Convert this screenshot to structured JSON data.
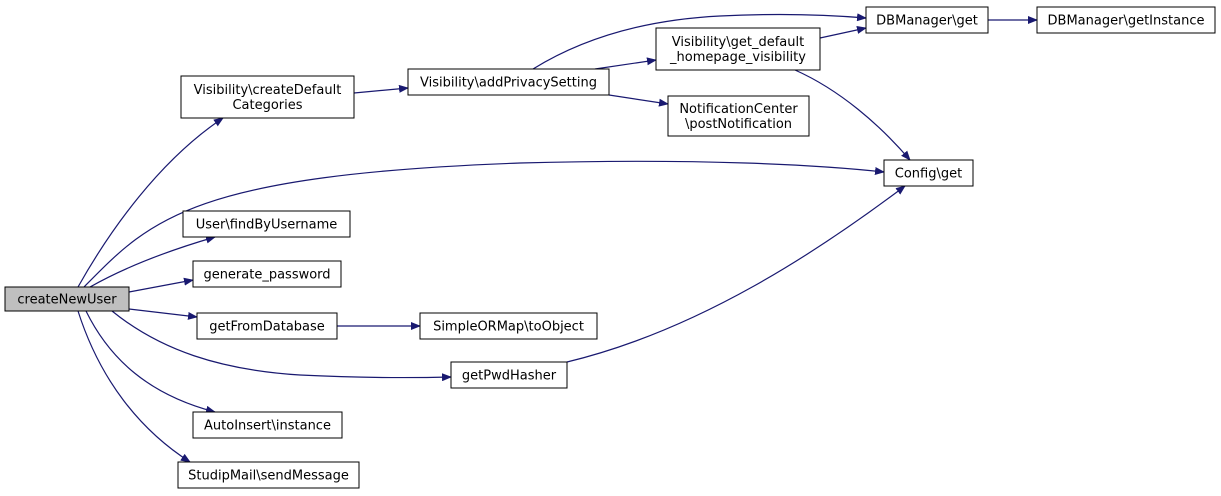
{
  "colors": {
    "edge": "#191970",
    "node_fill": "#ffffff",
    "highlight_fill": "#bfbfbf",
    "border": "#000000"
  },
  "nodes": [
    {
      "id": "createNewUser",
      "lines": [
        "createNewUser"
      ],
      "highlight": true
    },
    {
      "id": "createDefaultCategories",
      "lines": [
        "Visibility\\createDefault",
        "Categories"
      ]
    },
    {
      "id": "addPrivacySetting",
      "lines": [
        "Visibility\\addPrivacySetting"
      ]
    },
    {
      "id": "get_default_homepage_visibility",
      "lines": [
        "Visibility\\get_default",
        "_homepage_visibility"
      ]
    },
    {
      "id": "postNotification",
      "lines": [
        "NotificationCenter",
        "\\postNotification"
      ]
    },
    {
      "id": "dbmanager_get",
      "lines": [
        "DBManager\\get"
      ]
    },
    {
      "id": "dbmanager_getInstance",
      "lines": [
        "DBManager\\getInstance"
      ]
    },
    {
      "id": "config_get",
      "lines": [
        "Config\\get"
      ]
    },
    {
      "id": "findByUsername",
      "lines": [
        "User\\findByUsername"
      ]
    },
    {
      "id": "generate_password",
      "lines": [
        "generate_password"
      ]
    },
    {
      "id": "getFromDatabase",
      "lines": [
        "getFromDatabase"
      ]
    },
    {
      "id": "toObject",
      "lines": [
        "SimpleORMap\\toObject"
      ]
    },
    {
      "id": "getPwdHasher",
      "lines": [
        "getPwdHasher"
      ]
    },
    {
      "id": "autoinsert_instance",
      "lines": [
        "AutoInsert\\instance"
      ]
    },
    {
      "id": "sendMessage",
      "lines": [
        "StudipMail\\sendMessage"
      ]
    }
  ],
  "edges": [
    {
      "from": "createNewUser",
      "to": "createDefaultCategories"
    },
    {
      "from": "createNewUser",
      "to": "config_get"
    },
    {
      "from": "createNewUser",
      "to": "findByUsername"
    },
    {
      "from": "createNewUser",
      "to": "generate_password"
    },
    {
      "from": "createNewUser",
      "to": "getFromDatabase"
    },
    {
      "from": "createNewUser",
      "to": "getPwdHasher"
    },
    {
      "from": "createNewUser",
      "to": "autoinsert_instance"
    },
    {
      "from": "createNewUser",
      "to": "sendMessage"
    },
    {
      "from": "createDefaultCategories",
      "to": "addPrivacySetting"
    },
    {
      "from": "addPrivacySetting",
      "to": "dbmanager_get"
    },
    {
      "from": "addPrivacySetting",
      "to": "get_default_homepage_visibility"
    },
    {
      "from": "addPrivacySetting",
      "to": "postNotification"
    },
    {
      "from": "get_default_homepage_visibility",
      "to": "dbmanager_get"
    },
    {
      "from": "get_default_homepage_visibility",
      "to": "config_get"
    },
    {
      "from": "dbmanager_get",
      "to": "dbmanager_getInstance"
    },
    {
      "from": "getFromDatabase",
      "to": "toObject"
    },
    {
      "from": "getPwdHasher",
      "to": "config_get"
    }
  ]
}
